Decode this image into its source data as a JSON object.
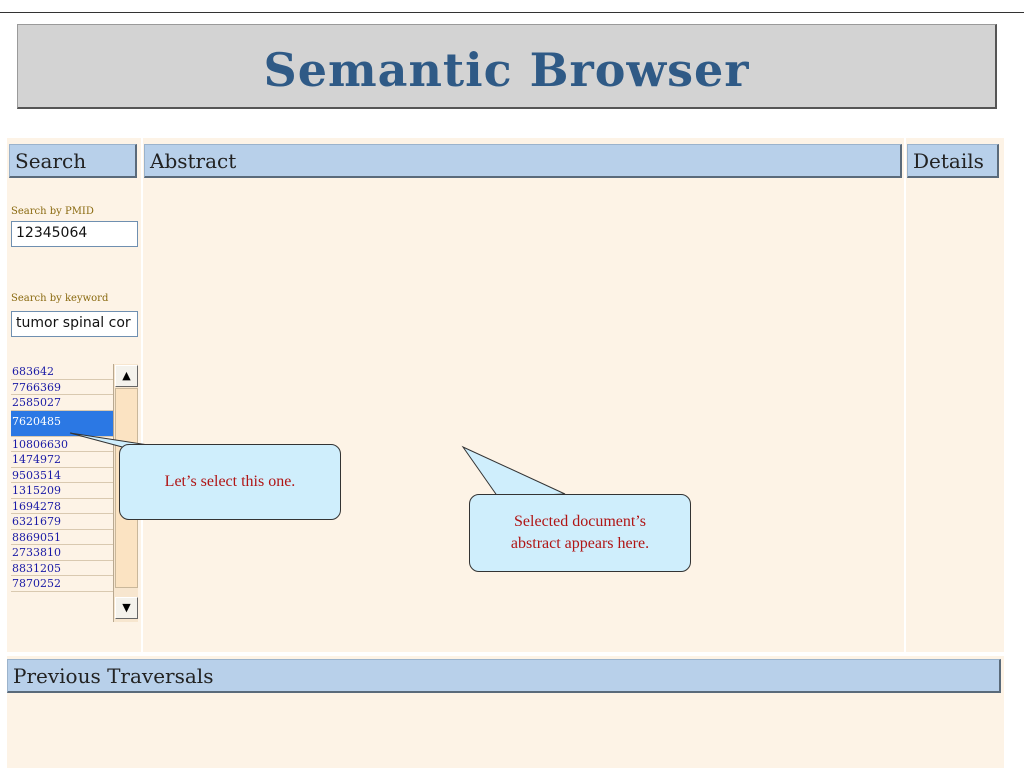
{
  "app": {
    "title": "Semantic Browser"
  },
  "search": {
    "header": "Search",
    "pmid_label": "Search by PMID",
    "pmid_value": "12345064",
    "keyword_label": "Search by keyword",
    "keyword_value": "tumor spinal cor",
    "results": [
      "683642",
      "7766369",
      "2585027",
      "7620485",
      "10806630",
      "1474972",
      "9503514",
      "1315209",
      "1694278",
      "6321679",
      "8869051",
      "2733810",
      "8831205",
      "7870252"
    ],
    "selected_index": 3,
    "scroll_up_glyph": "▲",
    "scroll_down_glyph": "▼"
  },
  "abstract": {
    "header": "Abstract"
  },
  "details": {
    "header": "Details"
  },
  "traversals": {
    "header": "Previous Traversals"
  },
  "callouts": {
    "select_hint": "Let’s select this one.",
    "abstract_hint_line1": "Selected document’s",
    "abstract_hint_line2": "abstract appears here."
  }
}
